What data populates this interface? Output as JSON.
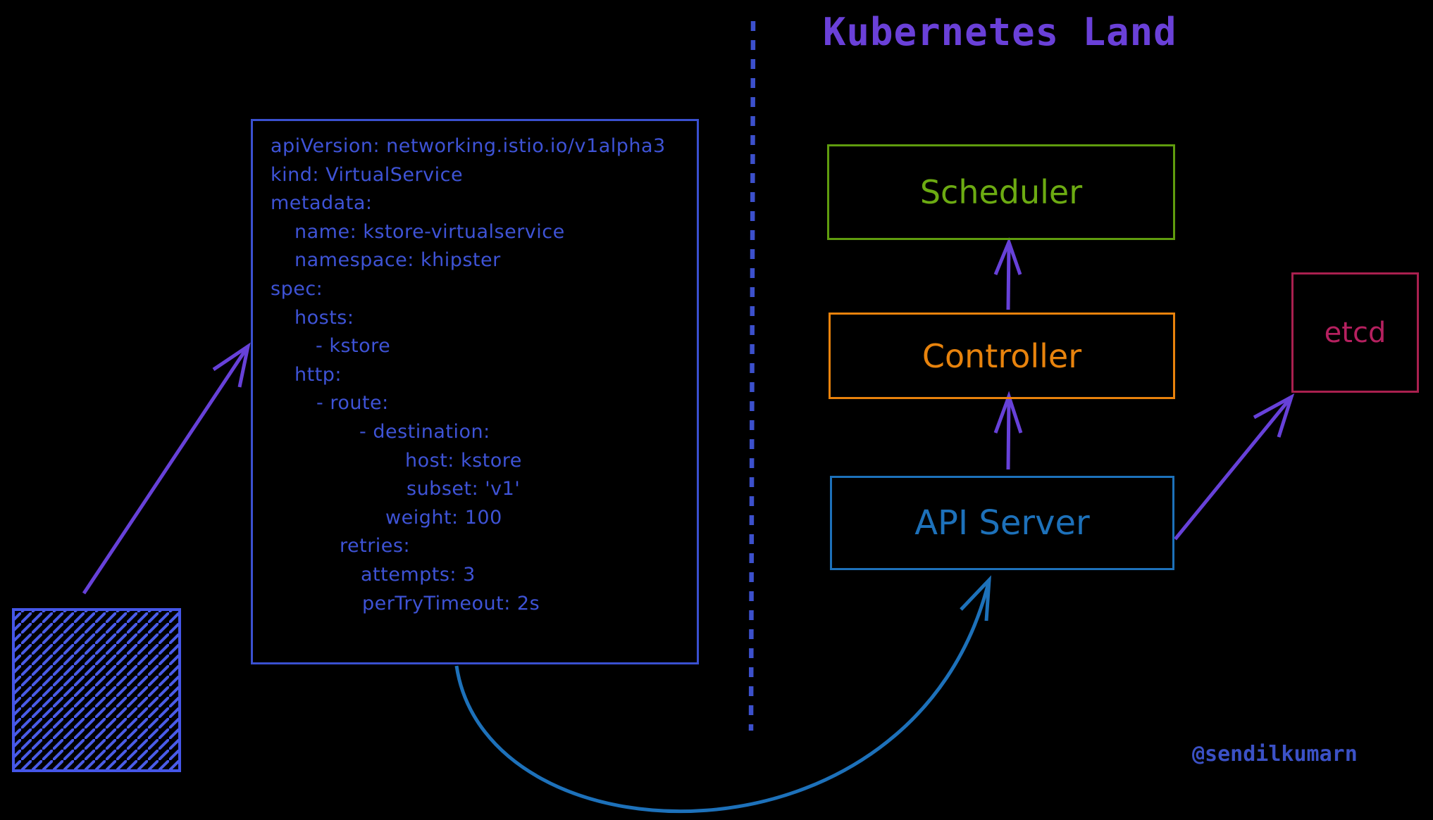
{
  "title": {
    "text": "Kubernetes Land"
  },
  "watermark": {
    "handle": "@sendilkumarn"
  },
  "yaml_box": {
    "lines": [
      {
        "text": "apiVersion: networking.istio.io/v1alpha3",
        "indent": 28
      },
      {
        "text": "kind: VirtualService",
        "indent": 28
      },
      {
        "text": "metadata:",
        "indent": 28
      },
      {
        "text": "name: kstore-virtualservice",
        "indent": 62
      },
      {
        "text": "namespace: khipster",
        "indent": 62
      },
      {
        "text": "spec:",
        "indent": 28
      },
      {
        "text": "hosts:",
        "indent": 62
      },
      {
        "text": "- kstore",
        "indent": 92
      },
      {
        "text": "http:",
        "indent": 62
      },
      {
        "text": "- route:",
        "indent": 93
      },
      {
        "text": "- destination:",
        "indent": 154
      },
      {
        "text": "host: kstore",
        "indent": 219
      },
      {
        "text": "subset: 'v1'",
        "indent": 221
      },
      {
        "text": "weight: 100",
        "indent": 191
      },
      {
        "text": "retries:",
        "indent": 126
      },
      {
        "text": "attempts: 3",
        "indent": 156
      },
      {
        "text": "perTryTimeout: 2s",
        "indent": 158
      }
    ]
  },
  "nodes": {
    "scheduler": {
      "label": "Scheduler",
      "color": "#6cab12"
    },
    "controller": {
      "label": "Controller",
      "color": "#e8830d"
    },
    "api_server": {
      "label": "API Server",
      "color": "#1d71ba"
    },
    "etcd": {
      "label": "etcd",
      "color": "#b5205f"
    }
  },
  "colors": {
    "background": "#000000",
    "title_purple": "#6a40d8",
    "arrow_purple": "#6741d9",
    "yaml_indigo": "#3e53d6",
    "divider_indigo": "#3c50cc",
    "hatch_blue": "#4a5ce8",
    "api_blue": "#1d71ba",
    "scheduler_green": "#5f9c0e",
    "controller_orange": "#e8820c",
    "etcd_crimson": "#a9204f",
    "watermark_blue": "#3b51c6"
  }
}
